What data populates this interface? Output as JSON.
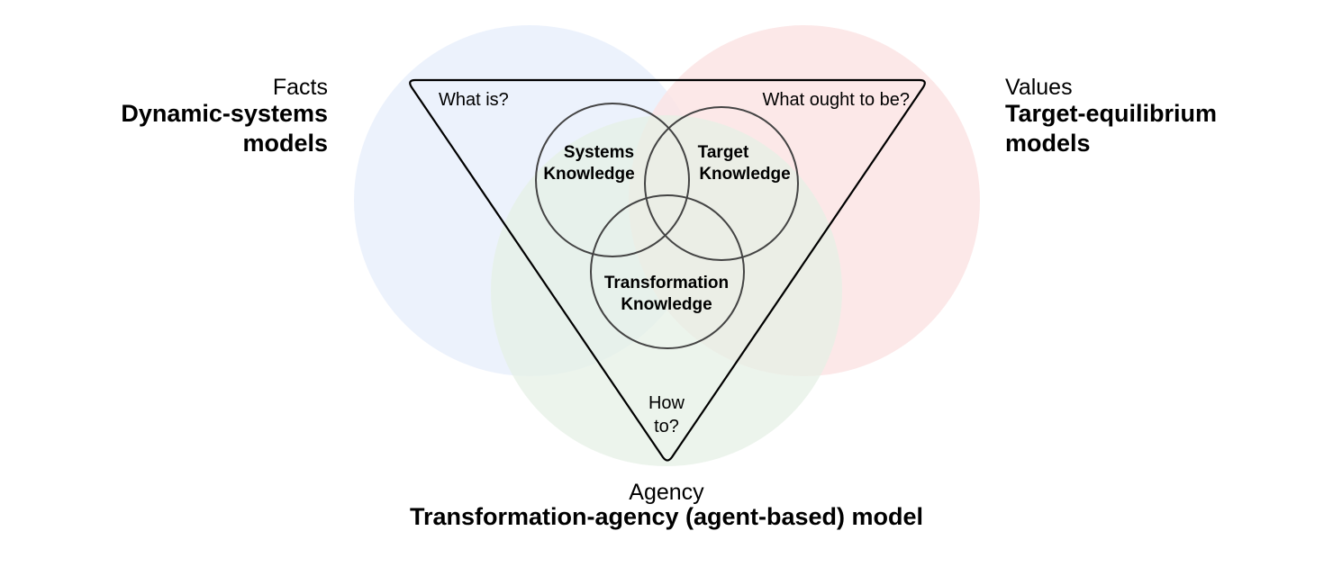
{
  "colors": {
    "facts_circle": "#e9f0fb",
    "values_circle": "#fbe4e4",
    "agency_circle": "#e5f0e5",
    "outline": "#000000",
    "inner_circle_stroke": "#444444"
  },
  "facts": {
    "label": "Facts",
    "model_line1": "Dynamic-systems",
    "model_line2": "models"
  },
  "values": {
    "label": "Values",
    "model_line1": "Target-equilibrium",
    "model_line2": "models"
  },
  "agency": {
    "label": "Agency",
    "model": "Transformation-agency (agent-based) model"
  },
  "questions": {
    "what_is": "What is?",
    "what_ought": "What ought to be?",
    "how_to_line1": "How",
    "how_to_line2": "to?"
  },
  "knowledge": {
    "systems_line1": "Systems",
    "systems_line2": "Knowledge",
    "target_line1": "Target",
    "target_line2": "Knowledge",
    "transformation_line1": "Transformation",
    "transformation_line2": "Knowledge"
  }
}
